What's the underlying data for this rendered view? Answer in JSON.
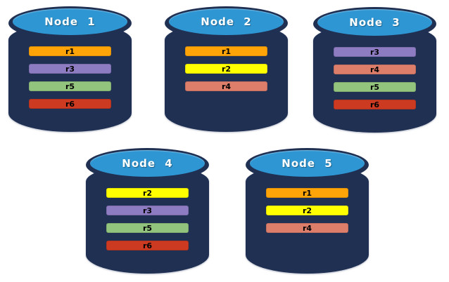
{
  "colors": {
    "background": "#FFFFFF",
    "cylinder_body": "#1F3053",
    "cylinder_top": "#2E96D3",
    "node_label_text": "#FFFFFF",
    "replica_label_text": "#000000",
    "replicas": {
      "r1": "#FFA408",
      "r2": "#FFFF00",
      "r3": "#8E7CC3",
      "r4": "#DD7E6B",
      "r5": "#93C47D",
      "r6": "#CC3A21"
    }
  },
  "nodes": [
    {
      "label": "Node 1",
      "replicas": [
        "r1",
        "r3",
        "r5",
        "r6"
      ]
    },
    {
      "label": "Node 2",
      "replicas": [
        "r1",
        "r2",
        "r4"
      ]
    },
    {
      "label": "Node 3",
      "replicas": [
        "r3",
        "r4",
        "r5",
        "r6"
      ]
    },
    {
      "label": "Node 4",
      "replicas": [
        "r2",
        "r3",
        "r5",
        "r6"
      ]
    },
    {
      "label": "Node 5",
      "replicas": [
        "r1",
        "r2",
        "r4"
      ]
    }
  ]
}
